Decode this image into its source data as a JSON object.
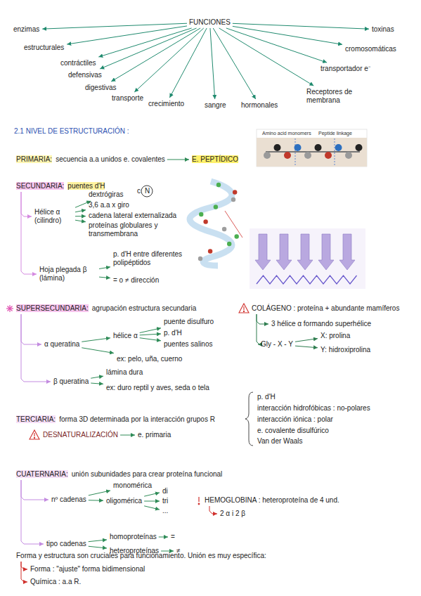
{
  "diagram": {
    "nodes": [
      {
        "text": [
          "FUNCIONES"
        ]
      },
      {
        "text": [
          "enzimas"
        ]
      },
      {
        "text": [
          "toxinas"
        ]
      },
      {
        "text": [
          "estructurales"
        ]
      },
      {
        "text": [
          "cromosomáticas"
        ]
      },
      {
        "text": [
          "contráctiles"
        ]
      },
      {
        "text": [
          "transportador e⁻"
        ]
      },
      {
        "text": [
          "defensivas"
        ]
      },
      {
        "text": [
          "digestivas"
        ]
      },
      {
        "text": [
          "Receptores de membrana"
        ]
      },
      {
        "text": [
          "transporte"
        ]
      },
      {
        "text": [
          "crecimiento"
        ]
      },
      {
        "text": [
          "sangre"
        ]
      },
      {
        "text": [
          "hormonales"
        ]
      },
      {
        "text": [
          "PRIMARIA:",
          "secuencia a.a unidos e. covalentes"
        ]
      },
      {
        "text": [
          "E. PEPTÍDICO"
        ]
      },
      {
        "text": [
          "SECUNDARIA:",
          "puentes d'H"
        ]
      },
      {
        "text": [
          "Hélice α (cilindro)"
        ]
      },
      {
        "text": [
          "dextrógiras"
        ]
      },
      {
        "text": [
          "3,6 a.a x giro"
        ]
      },
      {
        "text": [
          "cadena lateral externalizada"
        ]
      },
      {
        "text": [
          "proteínas globulares y transmembrana"
        ]
      },
      {
        "text": [
          "Hoja plegada β (lámina)"
        ]
      },
      {
        "text": [
          "p. d'H entre diferentes polipéptidos"
        ]
      },
      {
        "text": [
          "= o ≠ dirección"
        ]
      },
      {
        "text": [
          "SUPERSECUNDARIA:",
          "agrupación estructura secundaria"
        ]
      },
      {
        "text": [
          "α queratina"
        ]
      },
      {
        "text": [
          "hélice α"
        ]
      },
      {
        "text": [
          "puente disulfuro"
        ]
      },
      {
        "text": [
          "p. d'H"
        ]
      },
      {
        "text": [
          "puentes salinos"
        ]
      },
      {
        "text": [
          "ex: pelo, uña, cuerno"
        ]
      },
      {
        "text": [
          "β queratina"
        ]
      },
      {
        "text": [
          "lámina dura"
        ]
      },
      {
        "text": [
          "ex: duro reptil y aves, seda o tela"
        ]
      },
      {
        "text": [
          "COLÁGENO : proteína + abundante mamíferos"
        ]
      },
      {
        "text": [
          "3 hélice α formando superhélice"
        ]
      },
      {
        "text": [
          "Gly - X - Y"
        ]
      },
      {
        "text": [
          "X: prolina"
        ]
      },
      {
        "text": [
          "Y: hidroxiprolina"
        ]
      },
      {
        "text": [
          "TERCIARIA:",
          "forma 3D determinada por la interacción grupos R"
        ]
      },
      {
        "text": [
          "DESNATURALIZACIÓN"
        ]
      },
      {
        "text": [
          "e. primaria"
        ]
      },
      {
        "text": [
          "CUATERNARIA:",
          "unión subunidades para crear proteína funcional"
        ]
      },
      {
        "text": [
          "nº cadenas"
        ]
      },
      {
        "text": [
          "monomérica"
        ]
      },
      {
        "text": [
          "oligomérica"
        ]
      },
      {
        "text": [
          "di"
        ]
      },
      {
        "text": [
          "tri"
        ]
      },
      {
        "text": [
          "..."
        ]
      },
      {
        "text": [
          "tipo cadenas"
        ]
      },
      {
        "text": [
          "homoproteínas"
        ]
      },
      {
        "text": [
          "="
        ]
      },
      {
        "text": [
          "heteroproteínas"
        ]
      },
      {
        "text": [
          "≠"
        ]
      },
      {
        "text": [
          "HEMOGLOBINA : heteroproteína de 4 und."
        ]
      },
      {
        "text": [
          "2 α i 2 β"
        ]
      },
      {
        "text": [
          "Forma y estructura son cruciales para funcionamiento. Unión es muy específica:"
        ]
      },
      {
        "text": [
          "Forma : \"ajuste\" forma bidimensional"
        ]
      },
      {
        "text": [
          "Química : a.a R."
        ]
      }
    ],
    "edges": [
      {
        "from": 0,
        "to": 1,
        "arrow": "to"
      },
      {
        "from": 0,
        "to": 2,
        "arrow": "to"
      },
      {
        "from": 0,
        "to": 3,
        "arrow": "to"
      },
      {
        "from": 0,
        "to": 4,
        "arrow": "to"
      },
      {
        "from": 0,
        "to": 5,
        "arrow": "to"
      },
      {
        "from": 0,
        "to": 6,
        "arrow": "to"
      },
      {
        "from": 0,
        "to": 7,
        "arrow": "to"
      },
      {
        "from": 0,
        "to": 8,
        "arrow": "to"
      },
      {
        "from": 0,
        "to": 9,
        "arrow": "to"
      },
      {
        "from": 0,
        "to": 10,
        "arrow": "to"
      },
      {
        "from": 0,
        "to": 11,
        "arrow": "to"
      },
      {
        "from": 0,
        "to": 12,
        "arrow": "to"
      },
      {
        "from": 0,
        "to": 13,
        "arrow": "to"
      },
      {
        "from": 14,
        "to": 15,
        "arrow": "to"
      },
      {
        "from": 16,
        "to": 17,
        "arrow": "to"
      },
      {
        "from": 16,
        "to": 22,
        "arrow": "to"
      },
      {
        "from": 17,
        "to": 18,
        "arrow": "to"
      },
      {
        "from": 17,
        "to": 19,
        "arrow": "to"
      },
      {
        "from": 17,
        "to": 20,
        "arrow": "to"
      },
      {
        "from": 17,
        "to": 21,
        "arrow": "to"
      },
      {
        "from": 22,
        "to": 23,
        "arrow": "to"
      },
      {
        "from": 22,
        "to": 24,
        "arrow": "to"
      },
      {
        "from": 25,
        "to": 26,
        "arrow": "to"
      },
      {
        "from": 25,
        "to": 32,
        "arrow": "to"
      },
      {
        "from": 26,
        "to": 27,
        "arrow": "to"
      },
      {
        "from": 26,
        "to": 31,
        "arrow": "to"
      },
      {
        "from": 27,
        "to": 28,
        "arrow": "to"
      },
      {
        "from": 27,
        "to": 29,
        "arrow": "to"
      },
      {
        "from": 27,
        "to": 30,
        "arrow": "to"
      },
      {
        "from": 32,
        "to": 33,
        "arrow": "to"
      },
      {
        "from": 32,
        "to": 34,
        "arrow": "to"
      },
      {
        "from": 35,
        "to": 36,
        "arrow": "to"
      },
      {
        "from": 35,
        "to": 37,
        "arrow": "to"
      },
      {
        "from": 37,
        "to": 38,
        "arrow": "to"
      },
      {
        "from": 37,
        "to": 39,
        "arrow": "to"
      },
      {
        "from": 41,
        "to": 42,
        "arrow": "to"
      },
      {
        "from": 43,
        "to": 44,
        "arrow": "to"
      },
      {
        "from": 43,
        "to": 50,
        "arrow": "to"
      },
      {
        "from": 44,
        "to": 45,
        "arrow": "to"
      },
      {
        "from": 44,
        "to": 46,
        "arrow": "to"
      },
      {
        "from": 46,
        "to": 47,
        "arrow": "to"
      },
      {
        "from": 46,
        "to": 48,
        "arrow": "to"
      },
      {
        "from": 46,
        "to": 49,
        "arrow": "to"
      },
      {
        "from": 50,
        "to": 51,
        "arrow": "to"
      },
      {
        "from": 50,
        "to": 53,
        "arrow": "to"
      },
      {
        "from": 51,
        "to": 52,
        "arrow": "to"
      },
      {
        "from": 53,
        "to": 54,
        "arrow": "to"
      },
      {
        "from": 55,
        "to": 56,
        "arrow": "to"
      },
      {
        "from": 57,
        "to": 58,
        "arrow": "to"
      },
      {
        "from": 57,
        "to": 59,
        "arrow": "to"
      }
    ],
    "labels": [
      "2.1 NIVEL DE ESTRUCTURACIÓN :",
      "Amino acid monomers",
      "Peptide linkage",
      "c",
      "N",
      "p. d'H",
      "interacción hidrofóbicas : no-polares",
      "interacción iónica : polar",
      "e. covalente disulfúrico",
      "Van der Waals"
    ]
  }
}
